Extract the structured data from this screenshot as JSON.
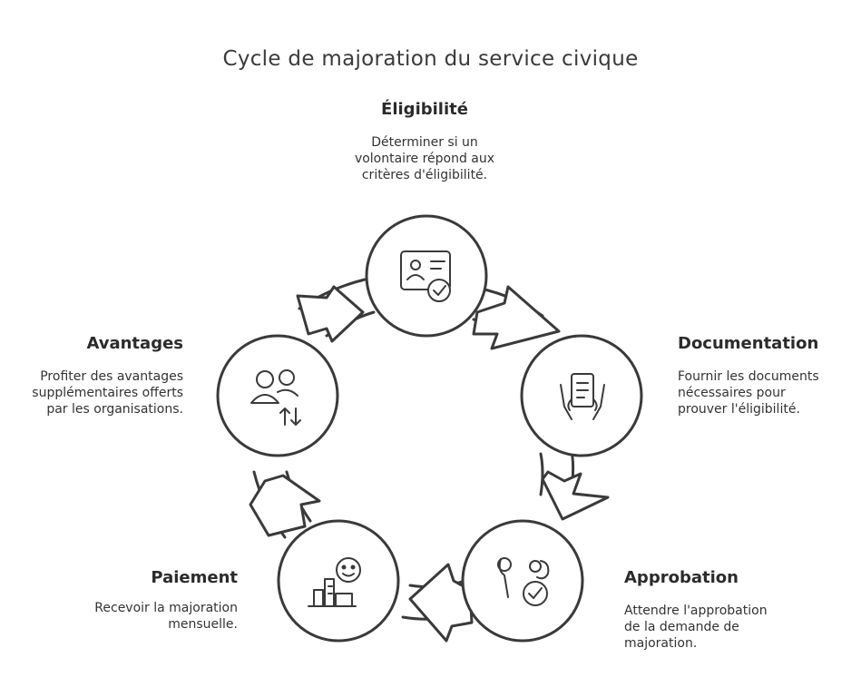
{
  "title": "Cycle de majoration du service civique",
  "stages": [
    {
      "id": "eligibilite",
      "title": "Éligibilité",
      "lines": [
        "Déterminer si un",
        "volontaire répond aux",
        "critères d'éligibilité."
      ],
      "icon": "id-card-check-icon"
    },
    {
      "id": "documentation",
      "title": "Documentation",
      "lines": [
        "Fournir les documents",
        "nécessaires pour",
        "prouver l'éligibilité."
      ],
      "icon": "hands-document-icon"
    },
    {
      "id": "approbation",
      "title": "Approbation",
      "lines": [
        "Attendre l'approbation",
        "de la demande de",
        "majoration."
      ],
      "icon": "earbuds-check-icon"
    },
    {
      "id": "paiement",
      "title": "Paiement",
      "lines": [
        "Recevoir la majoration",
        "mensuelle."
      ],
      "icon": "smiley-chart-icon"
    },
    {
      "id": "avantages",
      "title": "Avantages",
      "lines": [
        "Profiter des avantages",
        "supplémentaires offerts",
        "par les organisations."
      ],
      "icon": "users-exchange-icon"
    }
  ],
  "colors": {
    "stroke": "#3a3a3a",
    "fill": "#ffffff",
    "text": "#2b2b2b"
  }
}
